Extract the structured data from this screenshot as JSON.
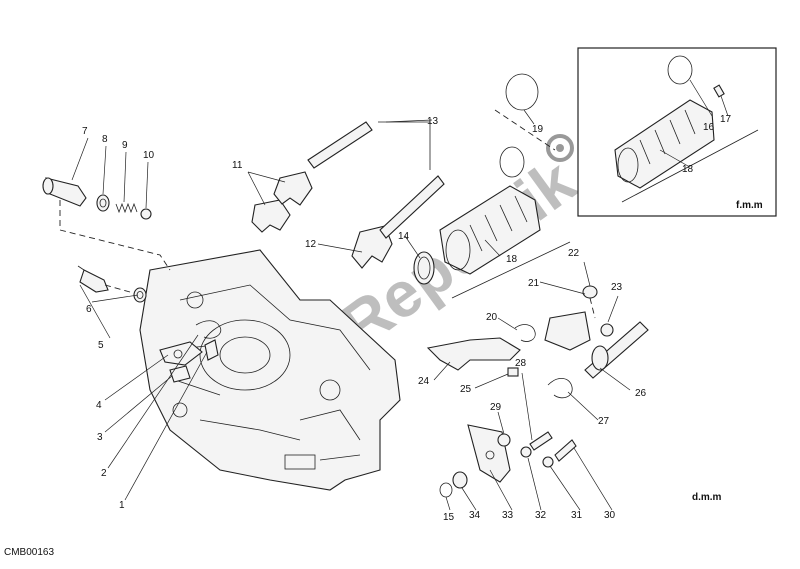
{
  "diagram": {
    "code": "CMB00163",
    "watermark": "PartsRepublik",
    "inset_tag": "f.m.m",
    "main_tag": "d.m.m",
    "callouts": {
      "c1": "1",
      "c2": "2",
      "c3": "3",
      "c4": "4",
      "c5": "5",
      "c6": "6",
      "c7": "7",
      "c8": "8",
      "c9": "9",
      "c10": "10",
      "c11": "11",
      "c12": "12",
      "c13": "13",
      "c14": "14",
      "c15": "15",
      "c16": "16",
      "c17": "17",
      "c18a": "18",
      "c18b": "18",
      "c19": "19",
      "c20": "20",
      "c21": "21",
      "c22": "22",
      "c23": "23",
      "c24": "24",
      "c25": "25",
      "c26": "26",
      "c27": "27",
      "c28": "28",
      "c29": "29",
      "c30": "30",
      "c31": "31",
      "c32": "32",
      "c33": "33",
      "c34": "34"
    }
  }
}
